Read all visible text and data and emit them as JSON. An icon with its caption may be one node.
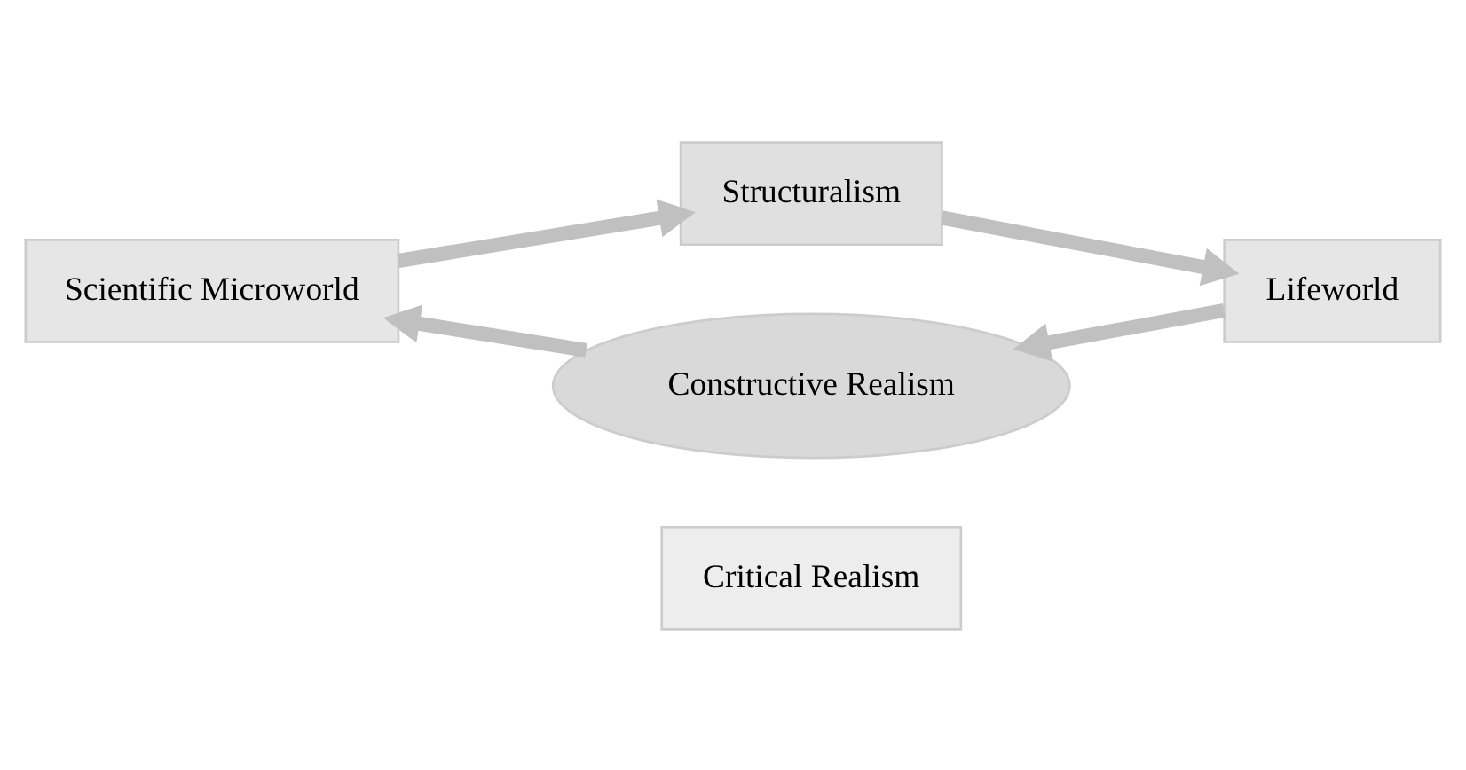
{
  "diagram": {
    "nodes": [
      {
        "text": [
          "Scientific Microworld"
        ]
      },
      {
        "text": [
          "Structuralism"
        ]
      },
      {
        "text": [
          "Constructive Realism"
        ]
      },
      {
        "text": [
          "Critical Realism"
        ]
      },
      {
        "text": [
          "Lifeworld"
        ]
      }
    ],
    "edges": [
      {
        "from": 0,
        "to": 1,
        "arrow": "to"
      },
      {
        "from": 2,
        "to": 0,
        "arrow": "to"
      },
      {
        "from": 1,
        "to": 4,
        "arrow": "to"
      },
      {
        "from": 4,
        "to": 2,
        "arrow": "to"
      }
    ]
  }
}
